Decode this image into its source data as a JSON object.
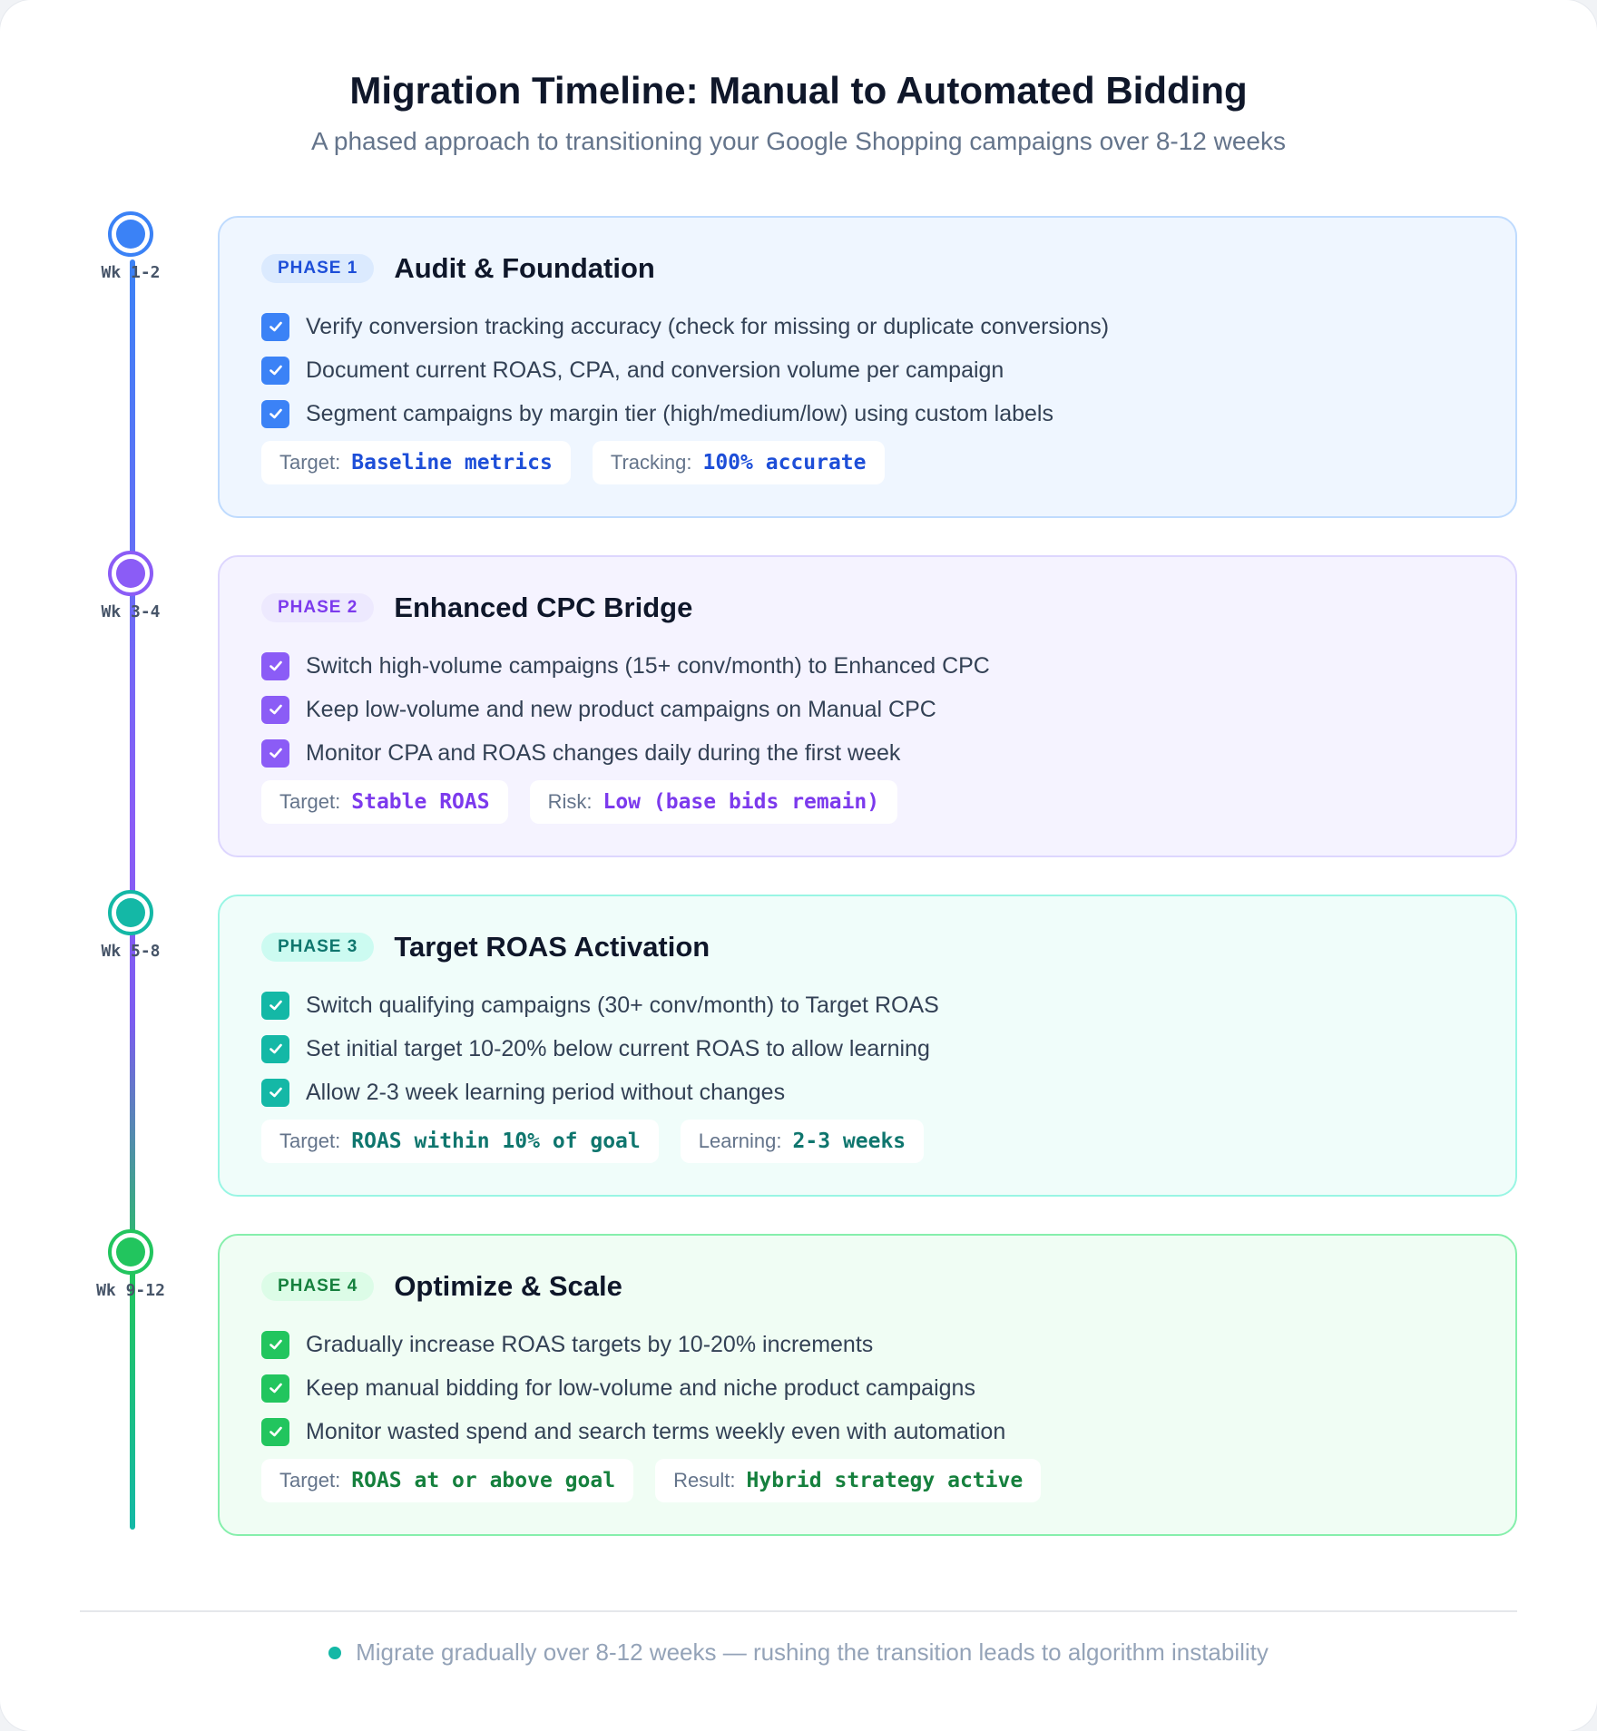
{
  "header": {
    "title": "Migration Timeline: Manual to Automated Bidding",
    "subtitle": "A phased approach to transitioning your Google Shopping campaigns over 8-12 weeks"
  },
  "phases": [
    {
      "badge": "PHASE 1",
      "title": "Audit & Foundation",
      "weeks": "Wk 1-2",
      "items": [
        "Verify conversion tracking accuracy (check for missing or duplicate conversions)",
        "Document current ROAS, CPA, and conversion volume per campaign",
        "Segment campaigns by margin tier (high/medium/low) using custom labels"
      ],
      "metrics": [
        {
          "label": "Target:",
          "value": "Baseline metrics"
        },
        {
          "label": "Tracking:",
          "value": "100% accurate"
        }
      ],
      "colors": {
        "accent": "#3b82f6",
        "text": "#1d4ed8",
        "bg": "#eff6ff",
        "border": "#bfdbfe",
        "pill_bg": "#dbeafe"
      }
    },
    {
      "badge": "PHASE 2",
      "title": "Enhanced CPC Bridge",
      "weeks": "Wk 3-4",
      "items": [
        "Switch high-volume campaigns (15+ conv/month) to Enhanced CPC",
        "Keep low-volume and new product campaigns on Manual CPC",
        "Monitor CPA and ROAS changes daily during the first week"
      ],
      "metrics": [
        {
          "label": "Target:",
          "value": "Stable ROAS"
        },
        {
          "label": "Risk:",
          "value": "Low (base bids remain)"
        }
      ],
      "colors": {
        "accent": "#8b5cf6",
        "text": "#7c3aed",
        "bg": "#f5f3ff",
        "border": "#ddd6fe",
        "pill_bg": "#ede9fe"
      }
    },
    {
      "badge": "PHASE 3",
      "title": "Target ROAS Activation",
      "weeks": "Wk 5-8",
      "items": [
        "Switch qualifying campaigns (30+ conv/month) to Target ROAS",
        "Set initial target 10-20% below current ROAS to allow learning",
        "Allow 2-3 week learning period without changes"
      ],
      "metrics": [
        {
          "label": "Target:",
          "value": "ROAS within 10% of goal"
        },
        {
          "label": "Learning:",
          "value": "2-3 weeks"
        }
      ],
      "colors": {
        "accent": "#14b8a6",
        "text": "#0f766e",
        "bg": "#f0fdfa",
        "border": "#99f6e4",
        "pill_bg": "#ccfbf1"
      }
    },
    {
      "badge": "PHASE 4",
      "title": "Optimize & Scale",
      "weeks": "Wk 9-12",
      "items": [
        "Gradually increase ROAS targets by 10-20% increments",
        "Keep manual bidding for low-volume and niche product campaigns",
        "Monitor wasted spend and search terms weekly even with automation"
      ],
      "metrics": [
        {
          "label": "Target:",
          "value": "ROAS at or above goal"
        },
        {
          "label": "Result:",
          "value": "Hybrid strategy active"
        }
      ],
      "colors": {
        "accent": "#22c55e",
        "text": "#15803d",
        "bg": "#f0fdf4",
        "border": "#86efac",
        "pill_bg": "#dcfce7"
      }
    }
  ],
  "footer": {
    "text": "Migrate gradually over 8-12 weeks — rushing the transition leads to algorithm instability",
    "dot_color": "#14b8a6"
  },
  "icons": {
    "check": "check-icon",
    "node": "timeline-node"
  }
}
